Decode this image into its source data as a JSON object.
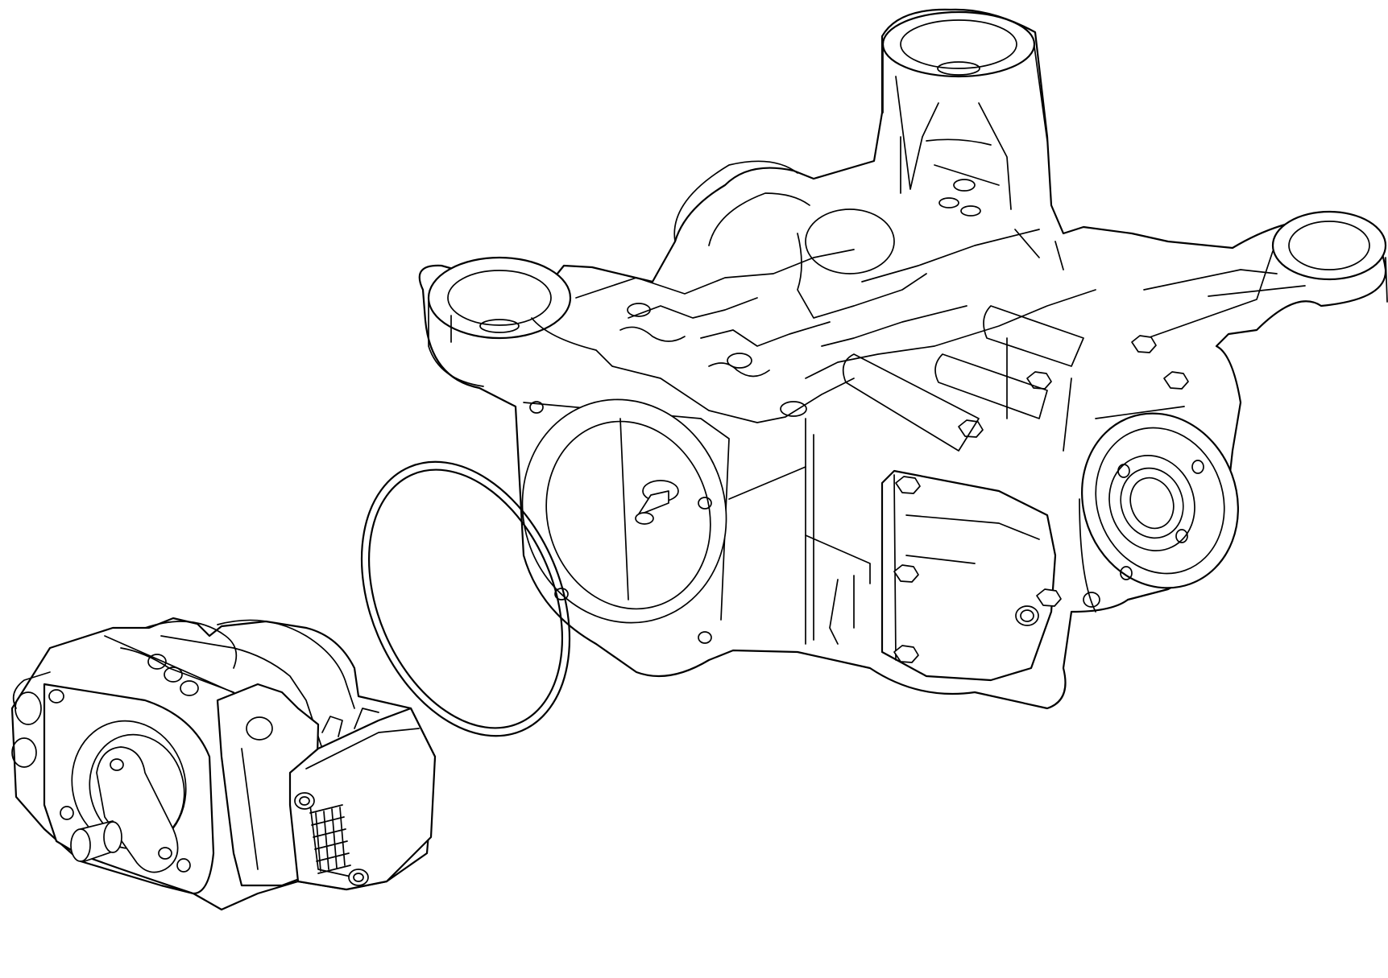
{
  "diagram": {
    "kind": "exploded parts illustration",
    "style": "black line art on white",
    "parts": [
      {
        "name": "differential-housing",
        "visible_label": ""
      },
      {
        "name": "seal-ring",
        "visible_label": ""
      },
      {
        "name": "coupling-unit",
        "visible_label": ""
      }
    ]
  }
}
